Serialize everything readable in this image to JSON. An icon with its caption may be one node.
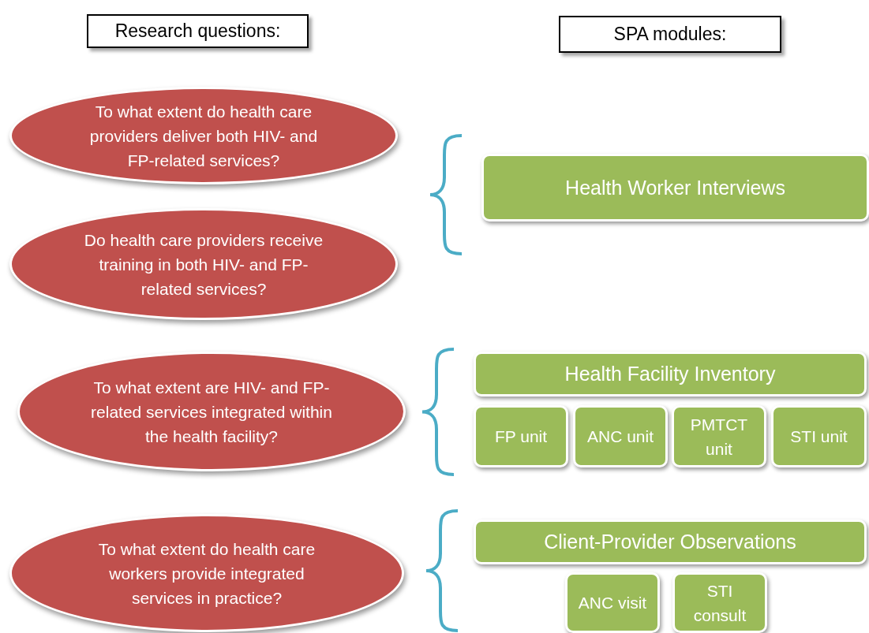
{
  "diagram": {
    "nodes": [
      {
        "text": [
          "Research questions:"
        ]
      },
      {
        "text": [
          "SPA modules:"
        ]
      },
      {
        "text": [
          "To what extent do health care providers deliver both HIV- and FP-related services?"
        ]
      },
      {
        "text": [
          "Do health care providers receive training in both HIV- and FP-related services?"
        ]
      },
      {
        "text": [
          "To what extent are HIV- and FP-related services integrated within the health facility?"
        ]
      },
      {
        "text": [
          "To what extent do health care workers provide integrated services in practice?"
        ]
      },
      {
        "text": [
          "Health Worker Interviews"
        ]
      },
      {
        "text": [
          "Health Facility Inventory"
        ]
      },
      {
        "text": [
          "FP unit"
        ]
      },
      {
        "text": [
          "ANC unit"
        ]
      },
      {
        "text": [
          "PMTCT unit"
        ]
      },
      {
        "text": [
          "STI unit"
        ]
      },
      {
        "text": [
          "Client-Provider Observations"
        ]
      },
      {
        "text": [
          "ANC visit"
        ]
      },
      {
        "text": [
          "STI consult"
        ]
      }
    ]
  }
}
